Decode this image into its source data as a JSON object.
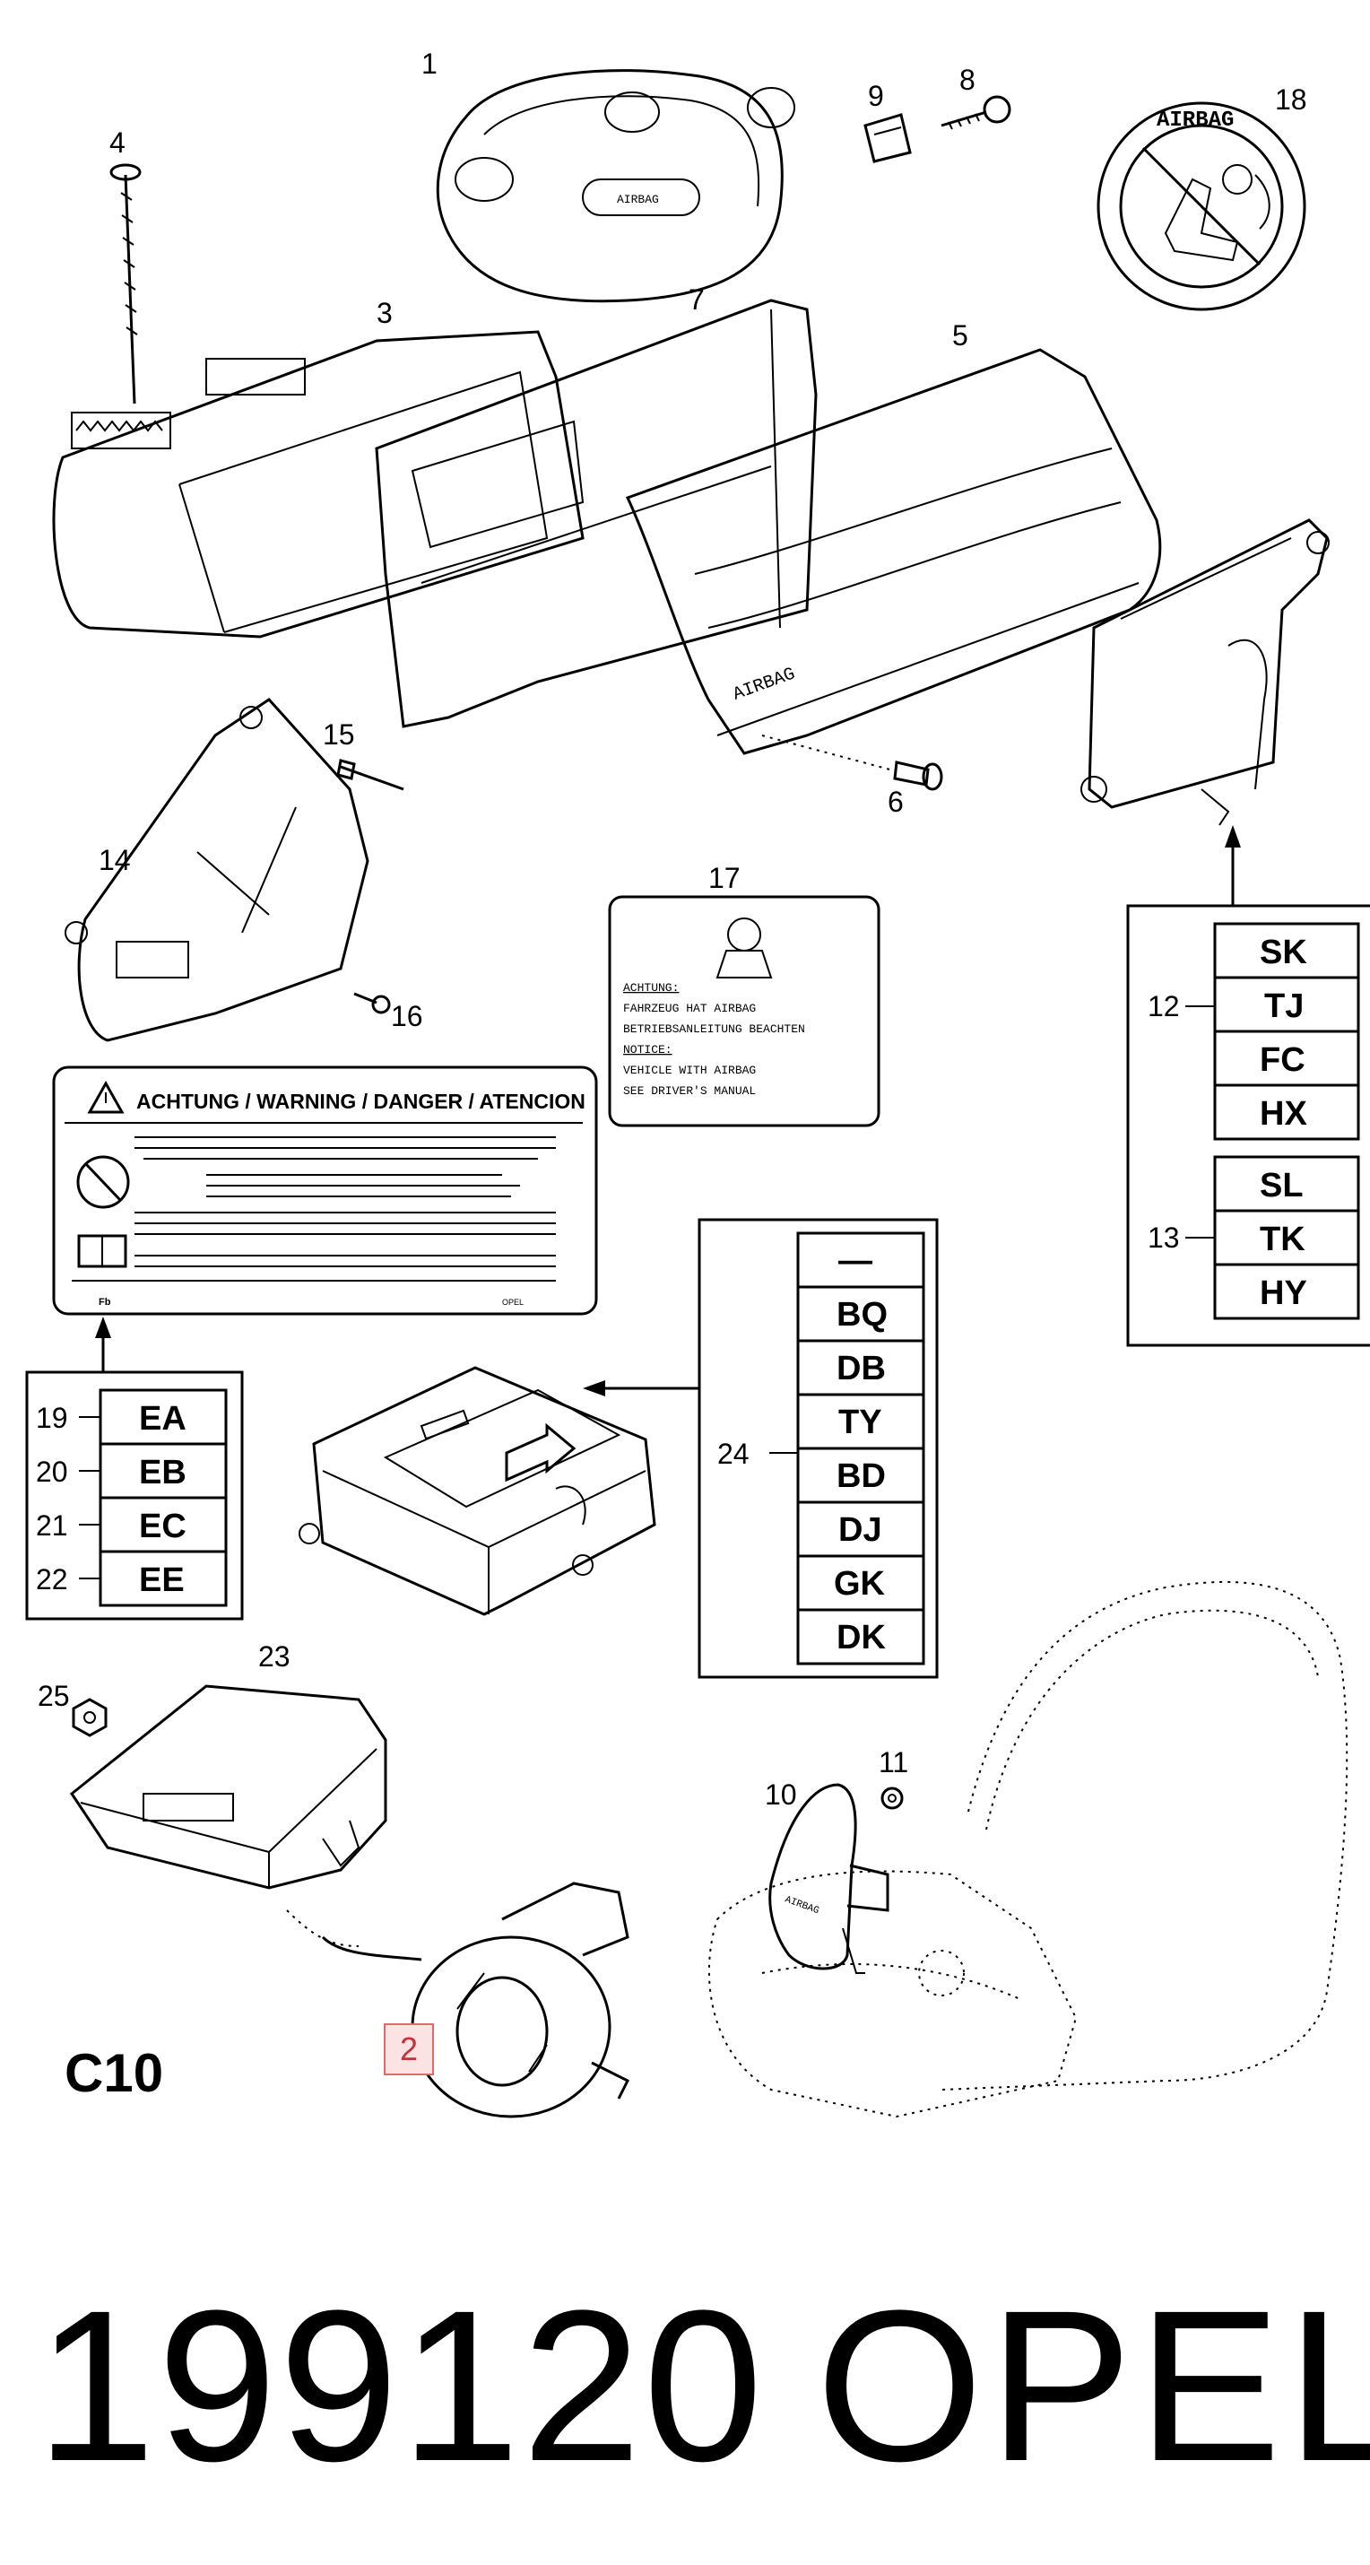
{
  "callouts": {
    "c1": "1",
    "c3": "3",
    "c4": "4",
    "c5": "5",
    "c6": "6",
    "c7": "7",
    "c8": "8",
    "c9": "9",
    "c10": "10",
    "c11": "11",
    "c12": "12",
    "c13": "13",
    "c14": "14",
    "c15": "15",
    "c16": "16",
    "c17": "17",
    "c18": "18",
    "c19": "19",
    "c20": "20",
    "c21": "21",
    "c22": "22",
    "c23": "23",
    "c24": "24",
    "c25": "25"
  },
  "highlighted_callout": "2",
  "code_group_12": [
    "SK",
    "TJ",
    "FC",
    "HX"
  ],
  "code_group_13": [
    "SL",
    "TK",
    "HY"
  ],
  "code_group_19_22": [
    "EA",
    "EB",
    "EC",
    "EE"
  ],
  "code_group_24": [
    "—",
    "BQ",
    "DB",
    "TY",
    "BD",
    "DJ",
    "GK",
    "DK"
  ],
  "warning_label": {
    "title": "ACHTUNG / WARNING / DANGER / ATENCION",
    "footer_left": "Fb",
    "footer_right": "OPEL"
  },
  "notice_label": {
    "lines": [
      "ACHTUNG:",
      "FAHRZEUG HAT AIRBAG",
      "BETRIEBSANLEITUNG BEACHTEN",
      "NOTICE:",
      "VEHICLE WITH AIRBAG",
      "SEE DRIVER'S MANUAL"
    ]
  },
  "airbag_sticker_text": "AIRBAG",
  "part_text": {
    "steering_pad": "AIRBAG",
    "passenger_cover": "AIRBAG",
    "side_bag": "AIRBAG"
  },
  "figure_code": "C10",
  "reference_number": "199120",
  "brand": "OPEL",
  "colors": {
    "line": "#000000",
    "background": "#ffffff",
    "highlight_fill": "#fbe3e3",
    "highlight_border": "#e06a6a"
  }
}
